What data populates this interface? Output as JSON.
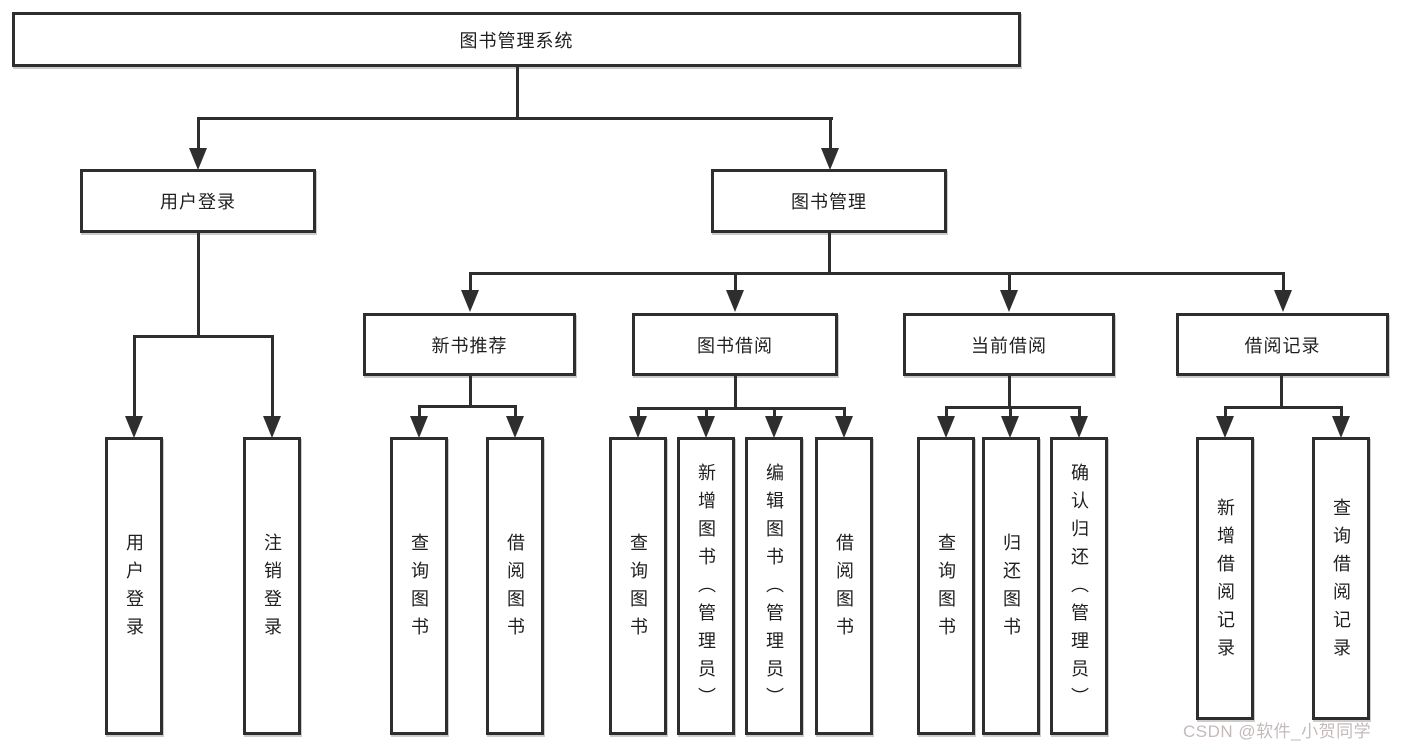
{
  "tree": {
    "label": "图书管理系统",
    "children": [
      {
        "label": "用户登录",
        "children": [
          {
            "label": "用户登录"
          },
          {
            "label": "注销登录"
          }
        ]
      },
      {
        "label": "图书管理",
        "children": [
          {
            "label": "新书推荐",
            "children": [
              {
                "label": "查询图书"
              },
              {
                "label": "借阅图书"
              }
            ]
          },
          {
            "label": "图书借阅",
            "children": [
              {
                "label": "查询图书"
              },
              {
                "label": "新增图书（管理员）"
              },
              {
                "label": "编辑图书（管理员）"
              },
              {
                "label": "借阅图书"
              }
            ]
          },
          {
            "label": "当前借阅",
            "children": [
              {
                "label": "查询图书"
              },
              {
                "label": "归还图书"
              },
              {
                "label": "确认归还（管理员）"
              }
            ]
          },
          {
            "label": "借阅记录",
            "children": [
              {
                "label": "新增借阅记录"
              },
              {
                "label": "查询借阅记录"
              }
            ]
          }
        ]
      }
    ]
  },
  "watermark": {
    "text": "CSDN @软件_小贺同学"
  },
  "colors": {
    "line": "#2e2e2e",
    "text": "#1f1f1f",
    "background": "#ffffff",
    "watermark": "#c4baba"
  }
}
